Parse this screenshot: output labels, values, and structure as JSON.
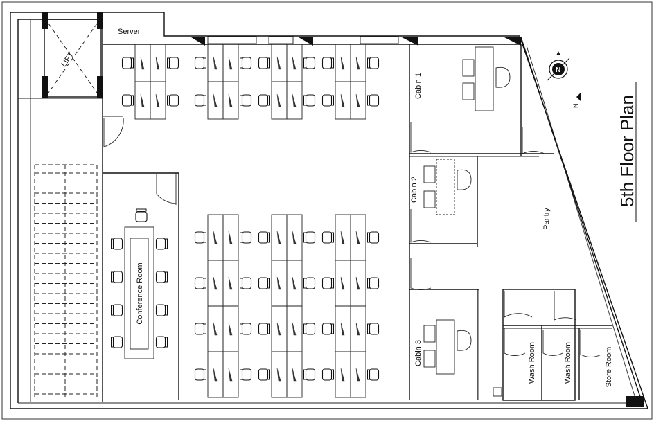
{
  "title": "5th Floor Plan",
  "rooms": {
    "server": "Server",
    "lift": "LIFT",
    "cabin_1": "Cabin 1",
    "cabin_2": "Cabin 2",
    "cabin_3": "Cabin 3",
    "pantry": "Pantry",
    "conference": "Conference Room",
    "wash_room_1": "Wash Room",
    "wash_room_2": "Wash Room",
    "store_room": "Store Room"
  },
  "compass": {
    "north_letter": "N"
  },
  "icons": [
    "compass-icon",
    "north-arrow-icon",
    "chair-icon",
    "desk-icon",
    "door-swing-icon"
  ]
}
